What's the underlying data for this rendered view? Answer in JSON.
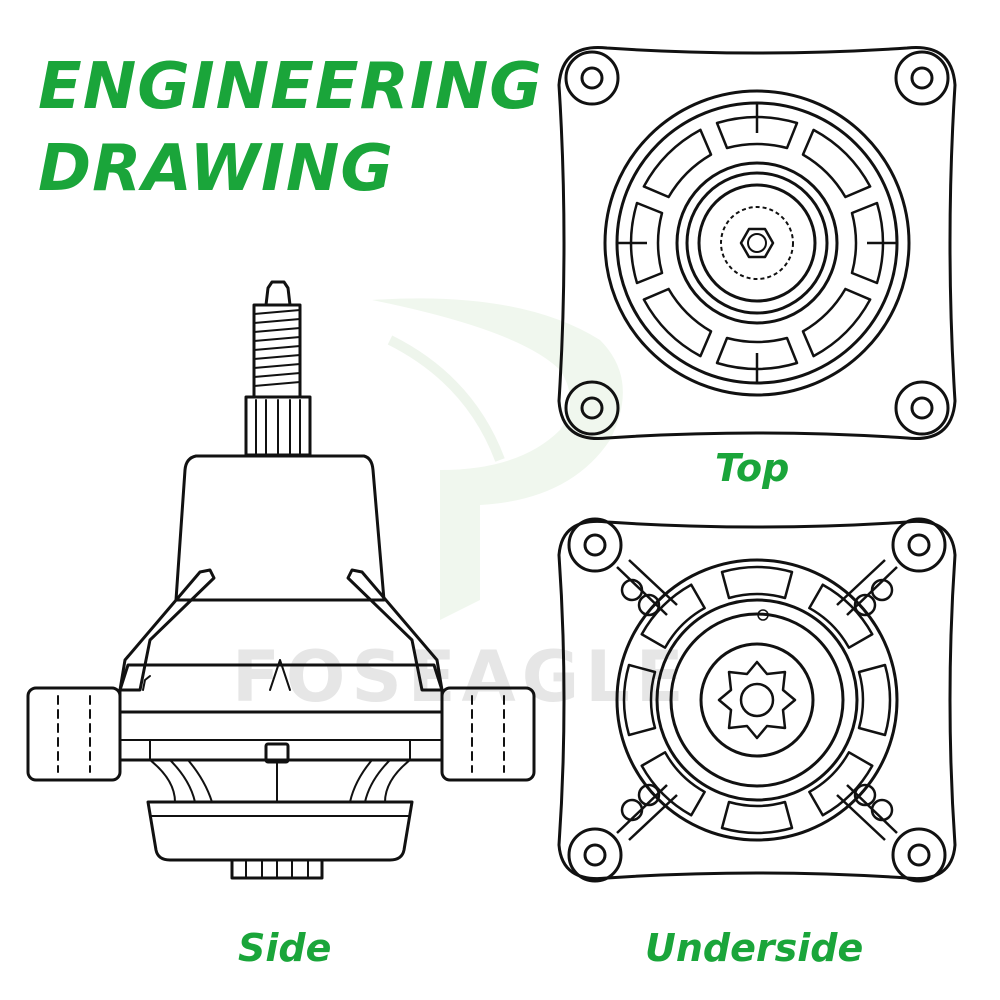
{
  "heading": {
    "line1": "ENGINEERING",
    "line2": "DRAWING"
  },
  "views": {
    "top": "Top",
    "side": "Side",
    "underside": "Underside"
  },
  "watermark": "FOSEAGLE",
  "colors": {
    "accent": "#1aa53a",
    "ink": "#111111",
    "watermark": "#e6e6e6"
  }
}
